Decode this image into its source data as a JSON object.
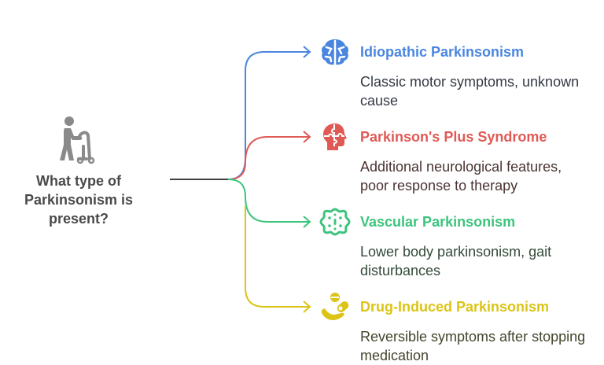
{
  "root": {
    "icon": "walker-person-icon",
    "label": "What type of Parkinsonism is present?",
    "color": "#8a8a8a"
  },
  "branches": [
    {
      "icon": "brain-icon",
      "title": "Idiopathic Parkinsonism",
      "description": "Classic motor symptoms, unknown cause",
      "color": "#4a86e0",
      "desc_color": "#333a44"
    },
    {
      "icon": "puzzle-head-icon",
      "title": "Parkinson's Plus Syndrome",
      "description": "Additional neurological features, poor response to therapy",
      "color": "#e05a55",
      "desc_color": "#4a3333"
    },
    {
      "icon": "virus-cell-icon",
      "title": "Vascular Parkinsonism",
      "description": "Lower body parkinsonism, gait disturbances",
      "color": "#3cc47c",
      "desc_color": "#334a3a"
    },
    {
      "icon": "pill-hand-icon",
      "title": "Drug-Induced Parkinsonism",
      "description": "Reversible symptoms after stopping medication",
      "color": "#dcc416",
      "desc_color": "#44442e"
    }
  ]
}
